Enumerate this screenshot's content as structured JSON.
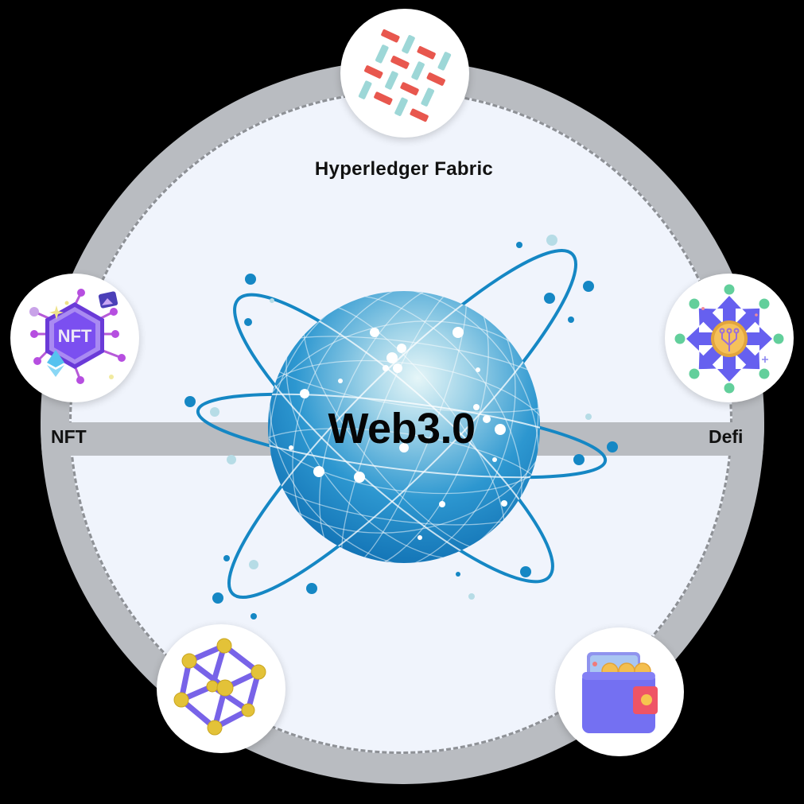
{
  "diagram": {
    "center_label": "Web3.0",
    "center_icon": "globe-network-icon"
  },
  "nodes": [
    {
      "id": "hyperledger-fabric",
      "label": "Hyperledger Fabric",
      "icon": "hyperledger-fabric-icon",
      "position": "top"
    },
    {
      "id": "nft",
      "label": "NFT",
      "icon": "nft-hexagon-icon",
      "icon_text": "NFT",
      "position": "left"
    },
    {
      "id": "defi",
      "label": "Defi",
      "icon": "defi-network-icon",
      "position": "right"
    },
    {
      "id": "blockchain",
      "icon": "blockchain-cube-icon",
      "position": "bottom-left"
    },
    {
      "id": "wallet",
      "icon": "crypto-wallet-icon",
      "position": "bottom-right"
    }
  ],
  "colors": {
    "background": "#000000",
    "ring": "#b9bcc1",
    "inner_disc": "#f0f4fc",
    "dash": "#8e9196",
    "orbit_blue": "#1587c4",
    "globe_blue": "#1a86c6",
    "hyperledger_red": "#e8574e",
    "hyperledger_teal": "#9dd7d7",
    "purple": "#7a5cf0",
    "gold": "#f2bd4a",
    "green": "#62cf9b"
  }
}
